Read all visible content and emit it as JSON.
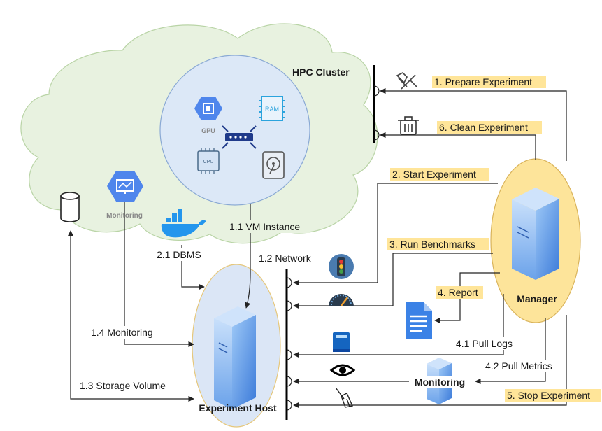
{
  "nodes": {
    "hpc_cluster": "HPC Cluster",
    "experiment_host": "Experiment Host",
    "manager": "Manager",
    "monitoring_server": "Monitoring",
    "cloud_monitoring": "Monitoring",
    "gpu": "GPU",
    "ram": "RAM",
    "cpu": "CPU"
  },
  "labels": {
    "prepare": "1. Prepare Experiment",
    "clean": "6. Clean Experiment",
    "start": "2. Start Experiment",
    "vm_instance": "1.1 VM Instance",
    "network": "1.2 Network",
    "run_bench": "3. Run Benchmarks",
    "dbms": "2.1 DBMS",
    "report": "4. Report",
    "monitoring_link": "1.4 Monitoring",
    "pull_logs": "4.1 Pull Logs",
    "pull_metrics": "4.2 Pull Metrics",
    "storage_volume": "1.3 Storage Volume",
    "stop": "5. Stop Experiment"
  },
  "colors": {
    "cloud_fill": "#e8f2e0",
    "cloud_stroke": "#b9d4a6",
    "vm_circle_fill": "#dce8f7",
    "host_ellipse_fill": "#dbe6f6",
    "manager_fill": "#fde49a",
    "highlight": "#ffe599",
    "gcp_blue": "#4f86ec",
    "server_blue": "#5a9be8"
  },
  "icons": [
    "tools-icon",
    "trash-icon",
    "traffic-light-icon",
    "gauge-icon",
    "book-icon",
    "eye-icon",
    "broom-icon",
    "document-icon",
    "docker-icon",
    "database-icon",
    "gpu-icon",
    "ram-icon",
    "cpu-icon",
    "network-switch-icon",
    "hard-disk-icon",
    "monitoring-hexagon-icon",
    "server-icon"
  ]
}
